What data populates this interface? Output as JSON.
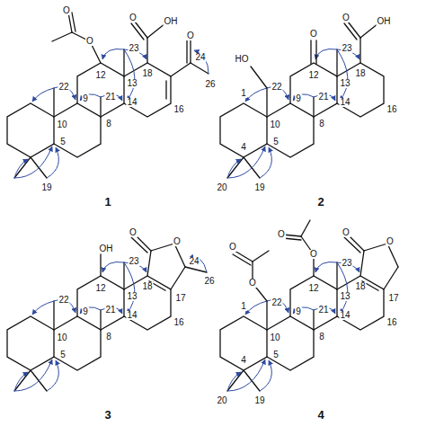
{
  "diagram": {
    "labels": [
      "O",
      "O",
      "12",
      "23",
      "O",
      "OH",
      "18",
      "O",
      "24",
      "26",
      "22",
      "21",
      "13",
      "9",
      "8",
      "10",
      "14",
      "16",
      "5",
      "19",
      "1",
      "HO",
      "22",
      "O",
      "12",
      "23",
      "O",
      "OH",
      "18",
      "1",
      "10",
      "9",
      "21",
      "13",
      "14",
      "8",
      "16",
      "4",
      "5",
      "20",
      "19",
      "2",
      "OH",
      "12",
      "23",
      "O",
      "O",
      "22",
      "21",
      "13",
      "18",
      "24",
      "26",
      "17",
      "9",
      "10",
      "8",
      "14",
      "16",
      "5",
      "3",
      "O",
      "O",
      "O",
      "O",
      "22",
      "12",
      "23",
      "O",
      "O",
      "18",
      "17",
      "13",
      "21",
      "1",
      "10",
      "9",
      "14",
      "8",
      "16",
      "4",
      "5",
      "20",
      "19",
      "4"
    ]
  }
}
